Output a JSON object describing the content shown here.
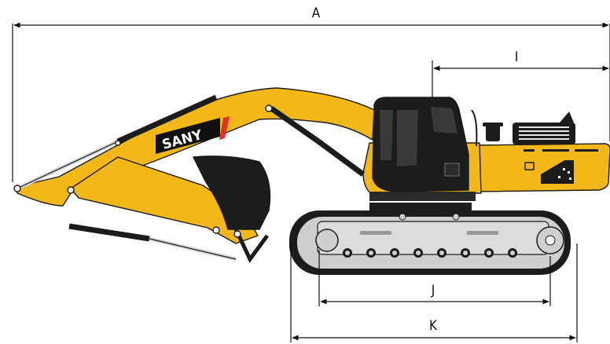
{
  "dimensions": {
    "A": "A",
    "I": "I",
    "J": "J",
    "K": "K"
  },
  "brand": {
    "logo_text": "SANY"
  },
  "colors": {
    "body_yellow": "#f2b81a",
    "dark": "#1c1c1c",
    "track_gray": "#cfcfcf",
    "accent_red": "#e0322b"
  },
  "icons": [
    "excavator-illustration",
    "dimension-arrow"
  ]
}
